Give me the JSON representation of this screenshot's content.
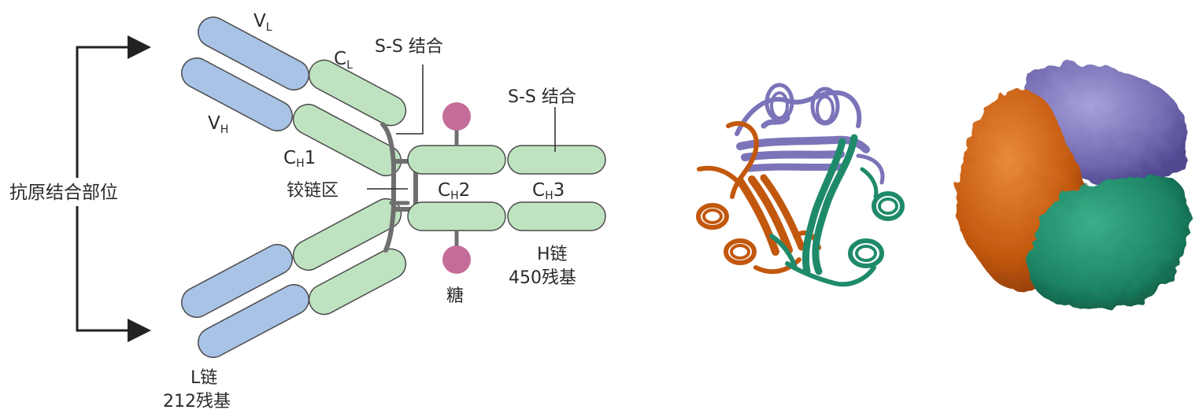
{
  "antibody": {
    "antigen_site": "抗原结合部位",
    "vl": {
      "main": "V",
      "sub": "L"
    },
    "cl": {
      "main": "C",
      "sub": "L"
    },
    "vh": {
      "main": "V",
      "sub": "H"
    },
    "ch1": {
      "main": "C",
      "sub": "H",
      "suffix": "1"
    },
    "ch2": {
      "main": "C",
      "sub": "H",
      "suffix": "2"
    },
    "ch3": {
      "main": "C",
      "sub": "H",
      "suffix": "3"
    },
    "ss_bond_1": "S-S 结合",
    "ss_bond_2": "S-S 结合",
    "hinge": "铰链区",
    "sugar": "糖",
    "h_chain_line1": "H链",
    "h_chain_line2": "450残基",
    "l_chain_line1": "L链",
    "l_chain_line2": "212残基"
  },
  "colors": {
    "variable": "#a9c3e6",
    "constant": "#bfe3c0",
    "outline": "#4a4a4a",
    "hinge": "#6f6f6f",
    "sugar": "#c46d99",
    "protein_purple": "#7b74b8",
    "protein_orange": "#c2580e",
    "protein_green": "#1f8a6a"
  }
}
